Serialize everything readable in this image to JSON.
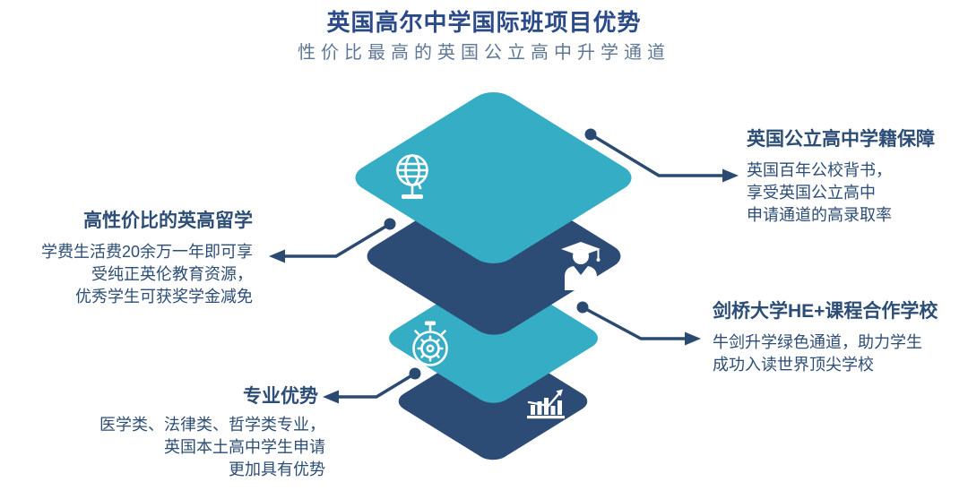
{
  "header": {
    "title": "英国高尔中学国际班项目优势",
    "subtitle": "性价比最高的英国公立高中升学通道"
  },
  "colors": {
    "teal": "#35ADC4",
    "navy": "#2C4C75",
    "title_blue": "#2B4A8A",
    "subtitle_gray": "#5E7795",
    "text_navy": "#2C4D76",
    "connector": "#2B4A72",
    "icon_white": "#FFFFFF"
  },
  "diagram": {
    "layers": [
      {
        "position": "top",
        "color": "#35ADC4",
        "icon": "globe-icon"
      },
      {
        "position": "second",
        "color": "#2C4C75",
        "icon": "graduate-icon"
      },
      {
        "position": "third",
        "color": "#35ADC4",
        "icon": "stopwatch-icon"
      },
      {
        "position": "bottom",
        "color": "#2C4C75",
        "icon": "bar-chart-icon"
      }
    ]
  },
  "callouts": {
    "left": [
      {
        "title": "高性价比的英高留学",
        "lines": [
          "学费生活费20余万一年即可享",
          "受纯正英伦教育资源，",
          "优秀学生可获奖学金减免"
        ]
      },
      {
        "title": "专业优势",
        "lines": [
          "医学类、法律类、哲学类专业，",
          "英国本土高中学生申请",
          "更加具有优势"
        ]
      }
    ],
    "right": [
      {
        "title": "英国公立高中学籍保障",
        "lines": [
          "英国百年公校背书，",
          "享受英国公立高中",
          "申请通道的高录取率"
        ]
      },
      {
        "title": "剑桥大学HE+课程合作学校",
        "lines": [
          "牛剑升学绿色通道，助力学生",
          "成功入读世界顶尖学校"
        ]
      }
    ]
  }
}
